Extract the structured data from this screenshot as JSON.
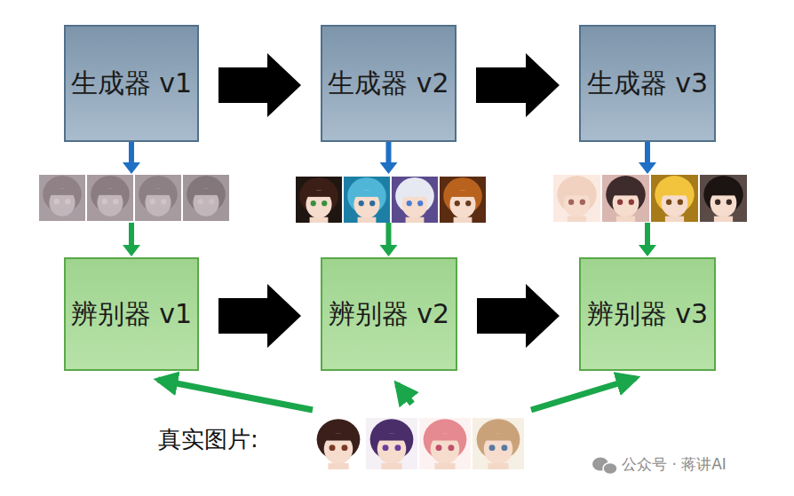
{
  "diagram": {
    "nodes": [
      {
        "text": [
          "生成器 v1"
        ]
      },
      {
        "text": [
          "生成器 v2"
        ]
      },
      {
        "text": [
          "生成器 v3"
        ]
      },
      {
        "text": [
          "辨别器 v1"
        ]
      },
      {
        "text": [
          "辨别器 v2"
        ]
      },
      {
        "text": [
          "辨别器 v3"
        ]
      }
    ],
    "edges": [
      {
        "from": 0,
        "to": 1,
        "arrow": "to"
      },
      {
        "from": 1,
        "to": 2,
        "arrow": "to"
      },
      {
        "from": 3,
        "to": 4,
        "arrow": "to"
      },
      {
        "from": 4,
        "to": 5,
        "arrow": "to"
      },
      {
        "from": 0,
        "to": 3,
        "arrow": "to"
      },
      {
        "from": 1,
        "to": 4,
        "arrow": "to"
      },
      {
        "from": 2,
        "to": 5,
        "arrow": "to"
      }
    ],
    "labels": [
      "真实图片:",
      "公众号 · 蒋讲AI"
    ]
  }
}
